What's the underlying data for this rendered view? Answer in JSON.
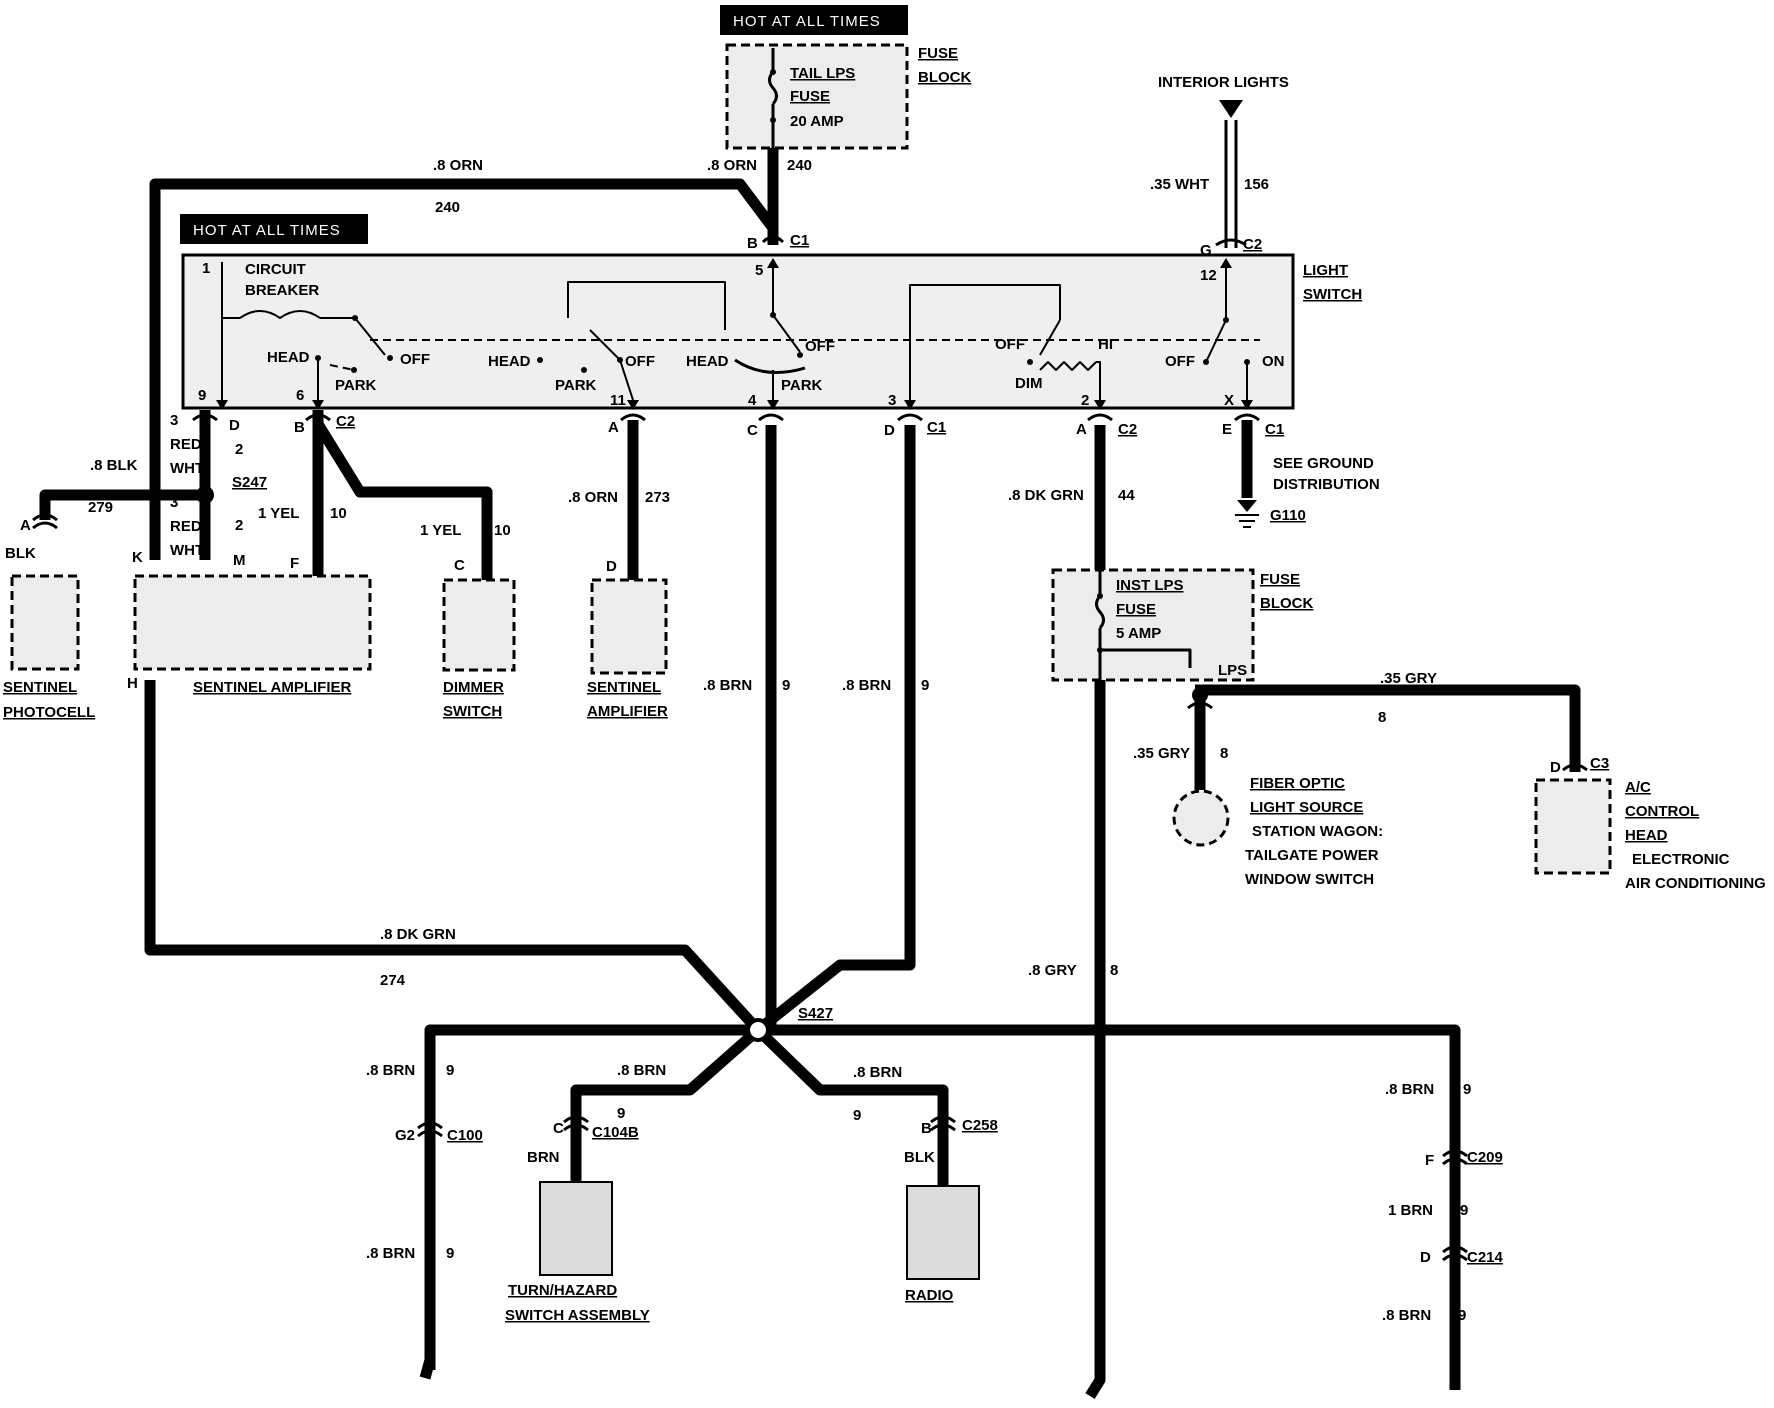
{
  "labels": {
    "hot1": "HOT AT ALL TIMES",
    "hot2": "HOT AT ALL TIMES",
    "fuse_block_1a": "FUSE",
    "fuse_block_1b": "BLOCK",
    "tail_lps_1": "TAIL LPS",
    "tail_lps_2": "FUSE",
    "tail_lps_3": "20 AMP",
    "interior_lights": "INTERIOR LIGHTS",
    "w_35wht": ".35 WHT",
    "w_156": "156",
    "w_8orn_top": ".8 ORN",
    "w_240_top": "240",
    "w_8orn_left": ".8 ORN",
    "w_240_left": "240",
    "conn_B": "B",
    "conn_C1_top": "C1",
    "conn_G": "G",
    "conn_C2_top": "C2",
    "light_switch_a": "LIGHT",
    "light_switch_b": "SWITCH",
    "cb1": "CIRCUIT",
    "cb2": "BREAKER",
    "head1": "HEAD",
    "park1": "PARK",
    "off1": "OFF",
    "head2": "HEAD",
    "park2": "PARK",
    "off2": "OFF",
    "head3": "HEAD",
    "park3": "PARK",
    "off3": "OFF",
    "off4": "OFF",
    "hi": "HI",
    "dim": "DIM",
    "off5": "OFF",
    "on": "ON",
    "pin1": "1",
    "pin9": "9",
    "pin6": "6",
    "pin5": "5",
    "pin11": "11",
    "pin4": "4",
    "pin3": "3",
    "pin2": "2",
    "pin12": "12",
    "pinX": "X",
    "c_D1": "D",
    "c_B": "B",
    "c_C2a": "C2",
    "c_A1": "A",
    "c_C": "C",
    "c_D2": "D",
    "c_C1b": "C1",
    "c_A2": "A",
    "c_C2b": "C2",
    "c_E": "E",
    "c_C1c": "C1",
    "rw3a": "3",
    "rw_red1": "RED/",
    "rw_wht1": "WHT",
    "rw2a": "2",
    "rw3b": "3",
    "rw_red2": "RED/",
    "rw_wht2": "WHT",
    "rw2b": "2",
    "s247": "S247",
    "w_8blk": ".8 BLK",
    "w_279": "279",
    "c_A_photo": "A",
    "blk_photo": "BLK",
    "w_1yel_a": "1 YEL",
    "w_10a": "10",
    "w_1yel_b": "1 YEL",
    "w_10b": "10",
    "c_K": "K",
    "c_M": "M",
    "c_F": "F",
    "c_C_dim": "C",
    "c_H": "H",
    "sentinel_photocell_a": "SENTINEL",
    "sentinel_photocell_b": "PHOTOCELL",
    "sentinel_amp1": "SENTINEL AMPLIFIER",
    "dimmer_a": "DIMMER",
    "dimmer_b": "SWITCH",
    "w_8orn_273": ".8 ORN",
    "w_273": "273",
    "c_D_sa": "D",
    "sentinel_amp2a": "SENTINEL",
    "sentinel_amp2b": "AMPLIFIER",
    "w_8brn_a": ".8 BRN",
    "w_9a": "9",
    "w_8brn_b": ".8 BRN",
    "w_9b": "9",
    "w_8dkgrn": ".8 DK GRN",
    "w_44": "44",
    "see_ground_a": "SEE GROUND",
    "see_ground_b": "DISTRIBUTION",
    "g110": "G110",
    "inst_lps_1": "INST LPS",
    "inst_lps_2": "FUSE",
    "inst_lps_3": "5 AMP",
    "fuse_block_2a": "FUSE",
    "fuse_block_2b": "BLOCK",
    "lps": "LPS",
    "w_35gry_a": ".35 GRY",
    "w_8_a": "8",
    "w_35gry_b": ".35 GRY",
    "w_8_b": "8",
    "fiber_a": "FIBER OPTIC",
    "fiber_b": "LIGHT SOURCE",
    "fiber_c": "STATION WAGON:",
    "fiber_d": "TAILGATE POWER",
    "fiber_e": "WINDOW SWITCH",
    "c_D_ac": "D",
    "c_C3": "C3",
    "ac_a": "A/C",
    "ac_b": "CONTROL",
    "ac_c": "HEAD",
    "ac_d": "ELECTRONIC",
    "ac_e": "AIR CONDITIONING",
    "w_8dkgrn_274": ".8 DK GRN",
    "w_274": "274",
    "w_8gry": ".8 GRY",
    "w_8_c": "8",
    "s427": "S427",
    "w_8brn_c": ".8 BRN",
    "w_9c": "9",
    "c_G2": "G2",
    "c_C100": "C100",
    "w_8brn_d": ".8 BRN",
    "w_9d": "9",
    "w_8brn_e": ".8 BRN",
    "w_9e": "9",
    "c_C_turn": "C",
    "c_C104B": "C104B",
    "brn_turn": "BRN",
    "turn_a": "TURN/HAZARD",
    "turn_b": "SWITCH ASSEMBLY",
    "w_8brn_f": ".8 BRN",
    "w_9f": "9",
    "c_B_radio": "B",
    "c_C258": "C258",
    "blk_radio": "BLK",
    "radio": "RADIO",
    "w_8brn_g": ".8 BRN",
    "w_9g": "9",
    "c_F_209": "F",
    "c_C209": "C209",
    "w_1brn": "1 BRN",
    "w_9h": "9",
    "c_D_214": "D",
    "c_C214": "C214",
    "w_8brn_h": ".8 BRN",
    "w_9i": "9"
  }
}
